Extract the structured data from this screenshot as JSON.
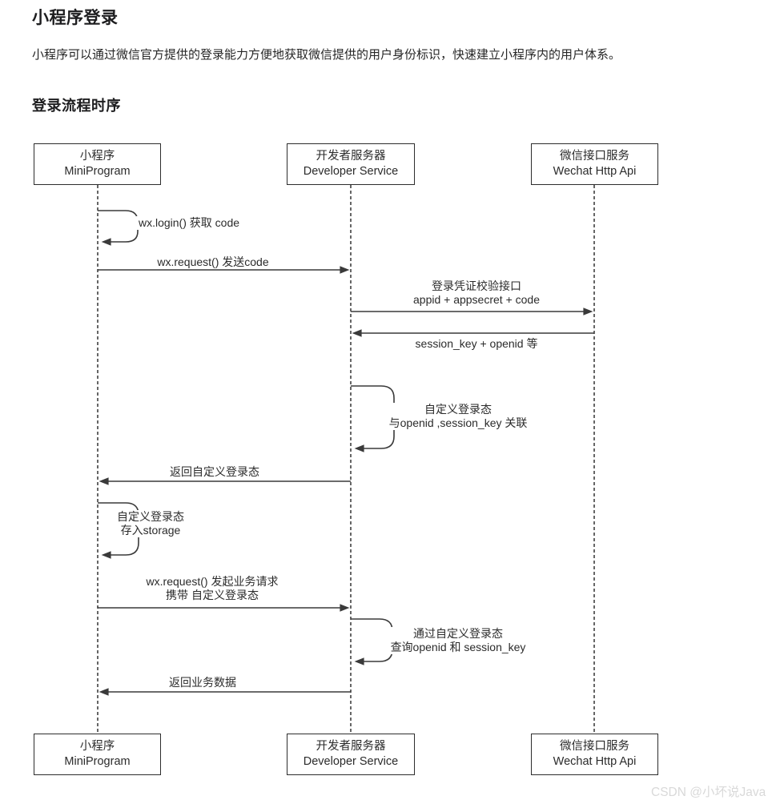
{
  "article": {
    "title": "小程序登录",
    "intro": "小程序可以通过微信官方提供的登录能力方便地获取微信提供的用户身份标识，快速建立小程序内的用户体系。",
    "section_heading": "登录流程时序",
    "watermark": "CSDN @小坏说Java"
  },
  "diagram": {
    "type": "sequence-diagram",
    "actors": [
      {
        "name_cn": "小程序",
        "name_en": "MiniProgram"
      },
      {
        "name_cn": "开发者服务器",
        "name_en": "Developer Service"
      },
      {
        "name_cn": "微信接口服务",
        "name_en": "Wechat Http Api"
      }
    ],
    "messages": [
      {
        "from": "小程序",
        "to": "小程序",
        "kind": "self",
        "lines": [
          "wx.login() 获取 code"
        ]
      },
      {
        "from": "小程序",
        "to": "开发者服务器",
        "kind": "arrow",
        "lines": [
          "wx.request() 发送code"
        ]
      },
      {
        "from": "开发者服务器",
        "to": "微信接口服务",
        "kind": "arrow",
        "lines": [
          "登录凭证校验接口",
          "appid + appsecret + code"
        ]
      },
      {
        "from": "微信接口服务",
        "to": "开发者服务器",
        "kind": "arrow",
        "lines": [
          "session_key + openid 等"
        ]
      },
      {
        "from": "开发者服务器",
        "to": "开发者服务器",
        "kind": "self",
        "lines": [
          "自定义登录态",
          "与openid ,session_key 关联"
        ]
      },
      {
        "from": "开发者服务器",
        "to": "小程序",
        "kind": "arrow",
        "lines": [
          "返回自定义登录态"
        ]
      },
      {
        "from": "小程序",
        "to": "小程序",
        "kind": "self",
        "lines": [
          "自定义登录态",
          "存入storage"
        ]
      },
      {
        "from": "小程序",
        "to": "开发者服务器",
        "kind": "arrow",
        "lines": [
          "wx.request() 发起业务请求",
          "携带 自定义登录态"
        ]
      },
      {
        "from": "开发者服务器",
        "to": "开发者服务器",
        "kind": "self",
        "lines": [
          "通过自定义登录态",
          "查询openid 和 session_key"
        ]
      },
      {
        "from": "开发者服务器",
        "to": "小程序",
        "kind": "arrow",
        "lines": [
          "返回业务数据"
        ]
      }
    ],
    "colors": {
      "line": "#3a3a3a",
      "text": "#2b2b2b",
      "watermark": "#d9d9d9"
    }
  }
}
